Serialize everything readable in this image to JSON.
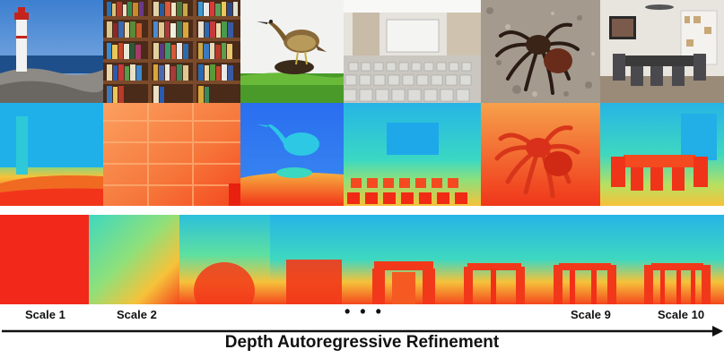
{
  "rgb_images": [
    {
      "name": "lighthouse-photo"
    },
    {
      "name": "bookshelf-photo"
    },
    {
      "name": "heron-bird-photo"
    },
    {
      "name": "lecture-hall-photo"
    },
    {
      "name": "tarantula-photo"
    },
    {
      "name": "dining-room-photo"
    }
  ],
  "depth_maps": [
    {
      "name": "lighthouse-depth"
    },
    {
      "name": "bookshelf-depth"
    },
    {
      "name": "heron-depth"
    },
    {
      "name": "lecture-hall-depth"
    },
    {
      "name": "tarantula-depth"
    },
    {
      "name": "dining-room-depth"
    }
  ],
  "scale_labels": {
    "scale_1": "Scale 1",
    "scale_2": "Scale 2",
    "ellipsis": "• • •",
    "scale_9": "Scale 9",
    "scale_10": "Scale 10"
  },
  "caption": "Depth Autoregressive Refinement",
  "colors": {
    "near": "#f42a12",
    "far": "#25b3e8",
    "mid": "#3ee0b0"
  }
}
